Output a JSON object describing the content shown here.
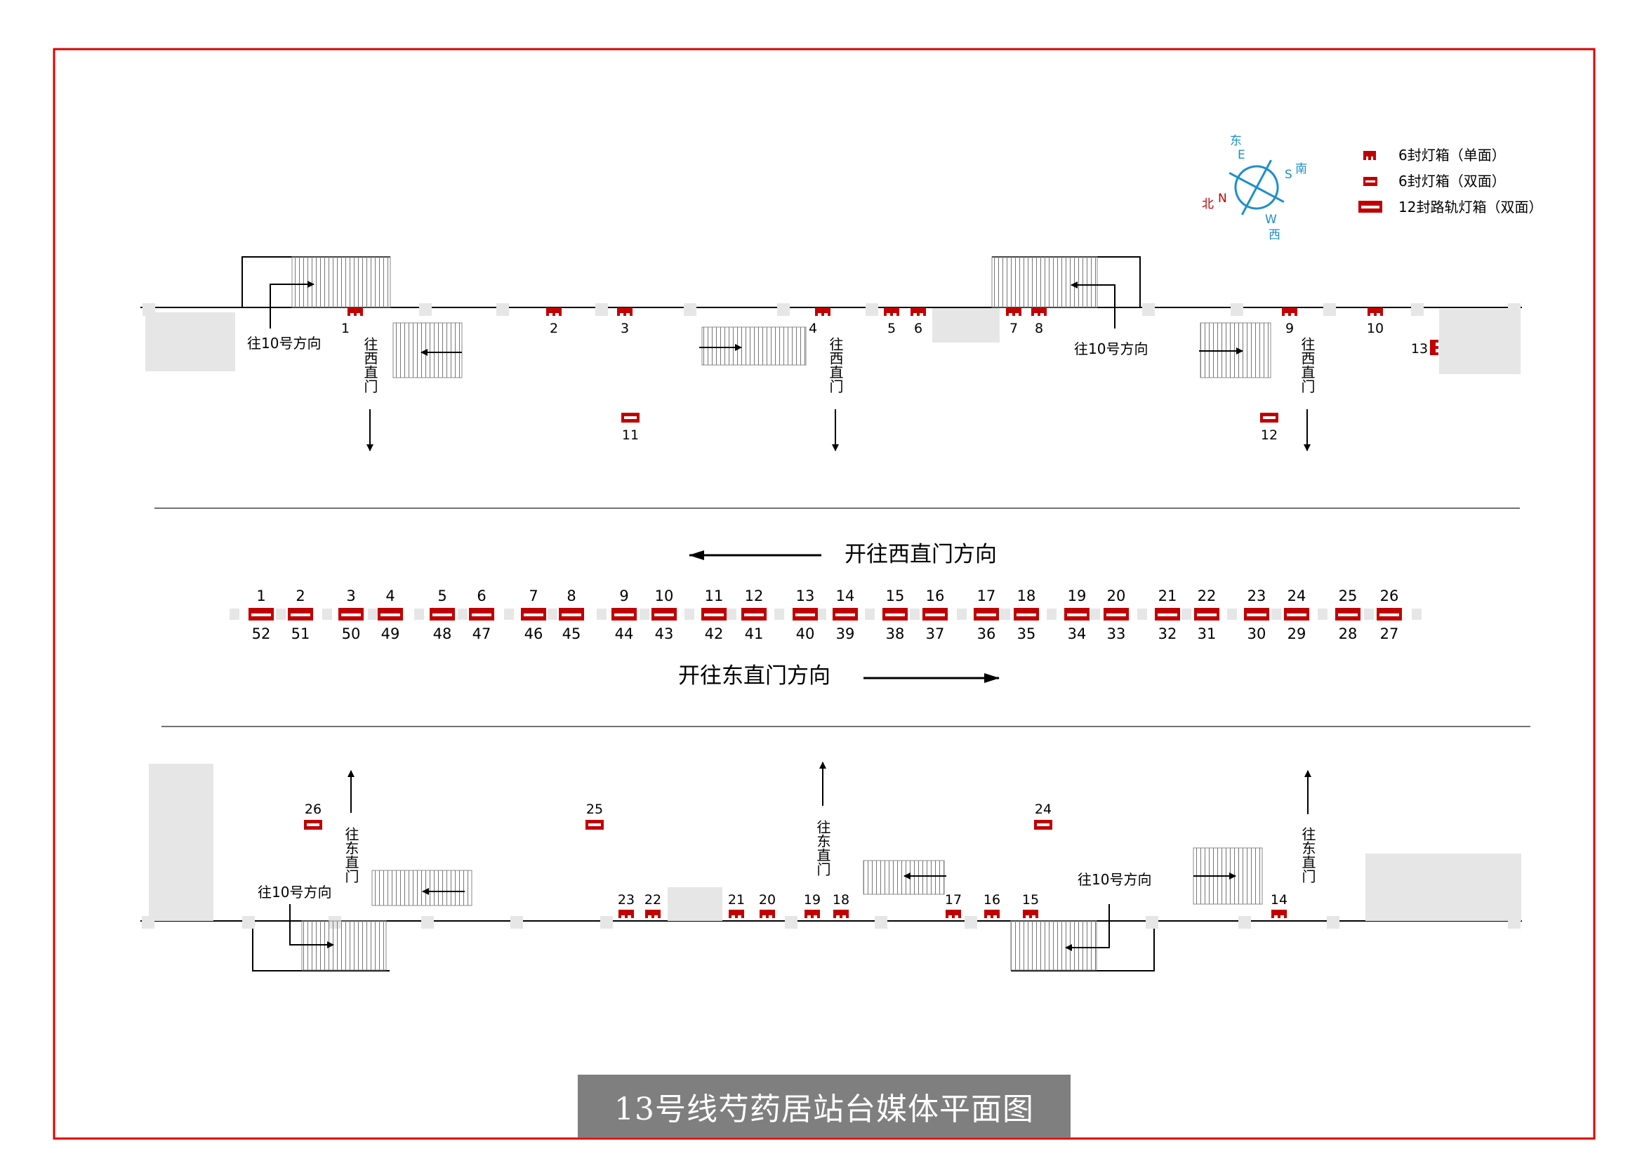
{
  "title": "13号线芍药居站台媒体平面图",
  "colors": {
    "border": "#e00000",
    "box": "#c00000",
    "gray": "#e6e6e6",
    "compass": "#1e8fc7"
  },
  "legend": [
    {
      "label": "6封灯箱（单面）",
      "kind": "single"
    },
    {
      "label": "6封灯箱（双面）",
      "kind": "double"
    },
    {
      "label": "12封路轨灯箱（双面）",
      "kind": "rail"
    }
  ],
  "compass": {
    "east": "东",
    "east_letter": "E",
    "south": "南",
    "south_letter": "S",
    "west": "西",
    "west_letter": "W",
    "north": "北",
    "north_letter": "N"
  },
  "directions": {
    "to_line10": "往10号方向",
    "to_xizhimen": "往西直门",
    "to_dongzhimen": "往东直门"
  },
  "tracks": {
    "westbound": "开往西直门方向",
    "eastbound": "开往东直门方向"
  },
  "top_boxes": [
    "1",
    "2",
    "3",
    "4",
    "5",
    "6",
    "7",
    "8",
    "9",
    "10",
    "11",
    "12",
    "13"
  ],
  "bottom_boxes": [
    "14",
    "15",
    "16",
    "17",
    "18",
    "19",
    "20",
    "21",
    "22",
    "23",
    "24",
    "25",
    "26"
  ],
  "rail_top": [
    "1",
    "2",
    "3",
    "4",
    "5",
    "6",
    "7",
    "8",
    "9",
    "10",
    "11",
    "12",
    "13",
    "14",
    "15",
    "16",
    "17",
    "18",
    "19",
    "20",
    "21",
    "22",
    "23",
    "24",
    "25",
    "26"
  ],
  "rail_bottom": [
    "52",
    "51",
    "50",
    "49",
    "48",
    "47",
    "46",
    "45",
    "44",
    "43",
    "42",
    "41",
    "40",
    "39",
    "38",
    "37",
    "36",
    "35",
    "34",
    "33",
    "32",
    "31",
    "30",
    "29",
    "28",
    "27"
  ]
}
